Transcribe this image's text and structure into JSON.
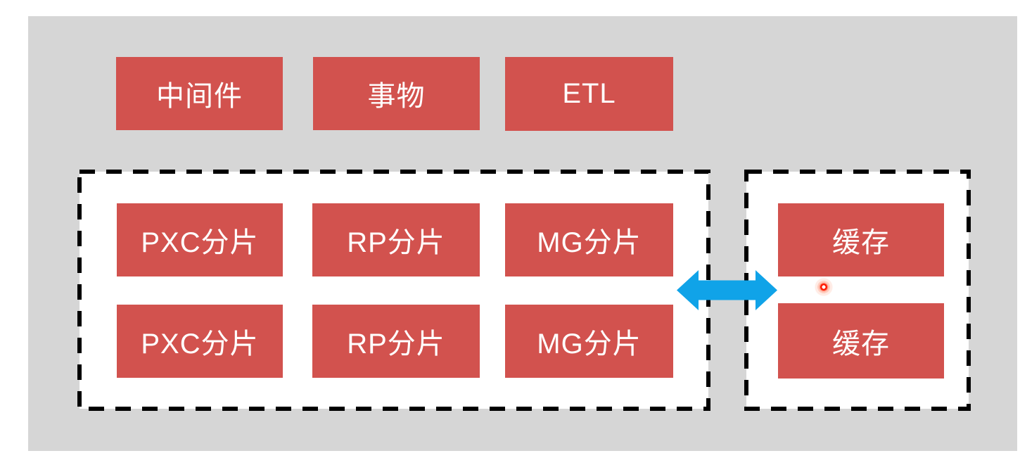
{
  "diagram": {
    "top_row": [
      {
        "label": "中间件"
      },
      {
        "label": "事物"
      },
      {
        "label": "ETL"
      }
    ],
    "shard_group": {
      "rows": [
        [
          {
            "label": "PXC分片"
          },
          {
            "label": "RP分片"
          },
          {
            "label": "MG分片"
          }
        ],
        [
          {
            "label": "PXC分片"
          },
          {
            "label": "RP分片"
          },
          {
            "label": "MG分片"
          }
        ]
      ]
    },
    "cache_group": [
      {
        "label": "缓存"
      },
      {
        "label": "缓存"
      }
    ]
  },
  "icons": {
    "connector": "left-right-arrow-icon",
    "click_indicator": "click-location-dot"
  },
  "colors": {
    "node_fill": "#d2524e",
    "node_text": "#ffffff",
    "canvas_bg": "#d6d6d6",
    "page_bg": "#ffffff",
    "dashed_border": "#000000",
    "arrow": "#10a3e8",
    "click_indicator": "#ff1c00"
  }
}
